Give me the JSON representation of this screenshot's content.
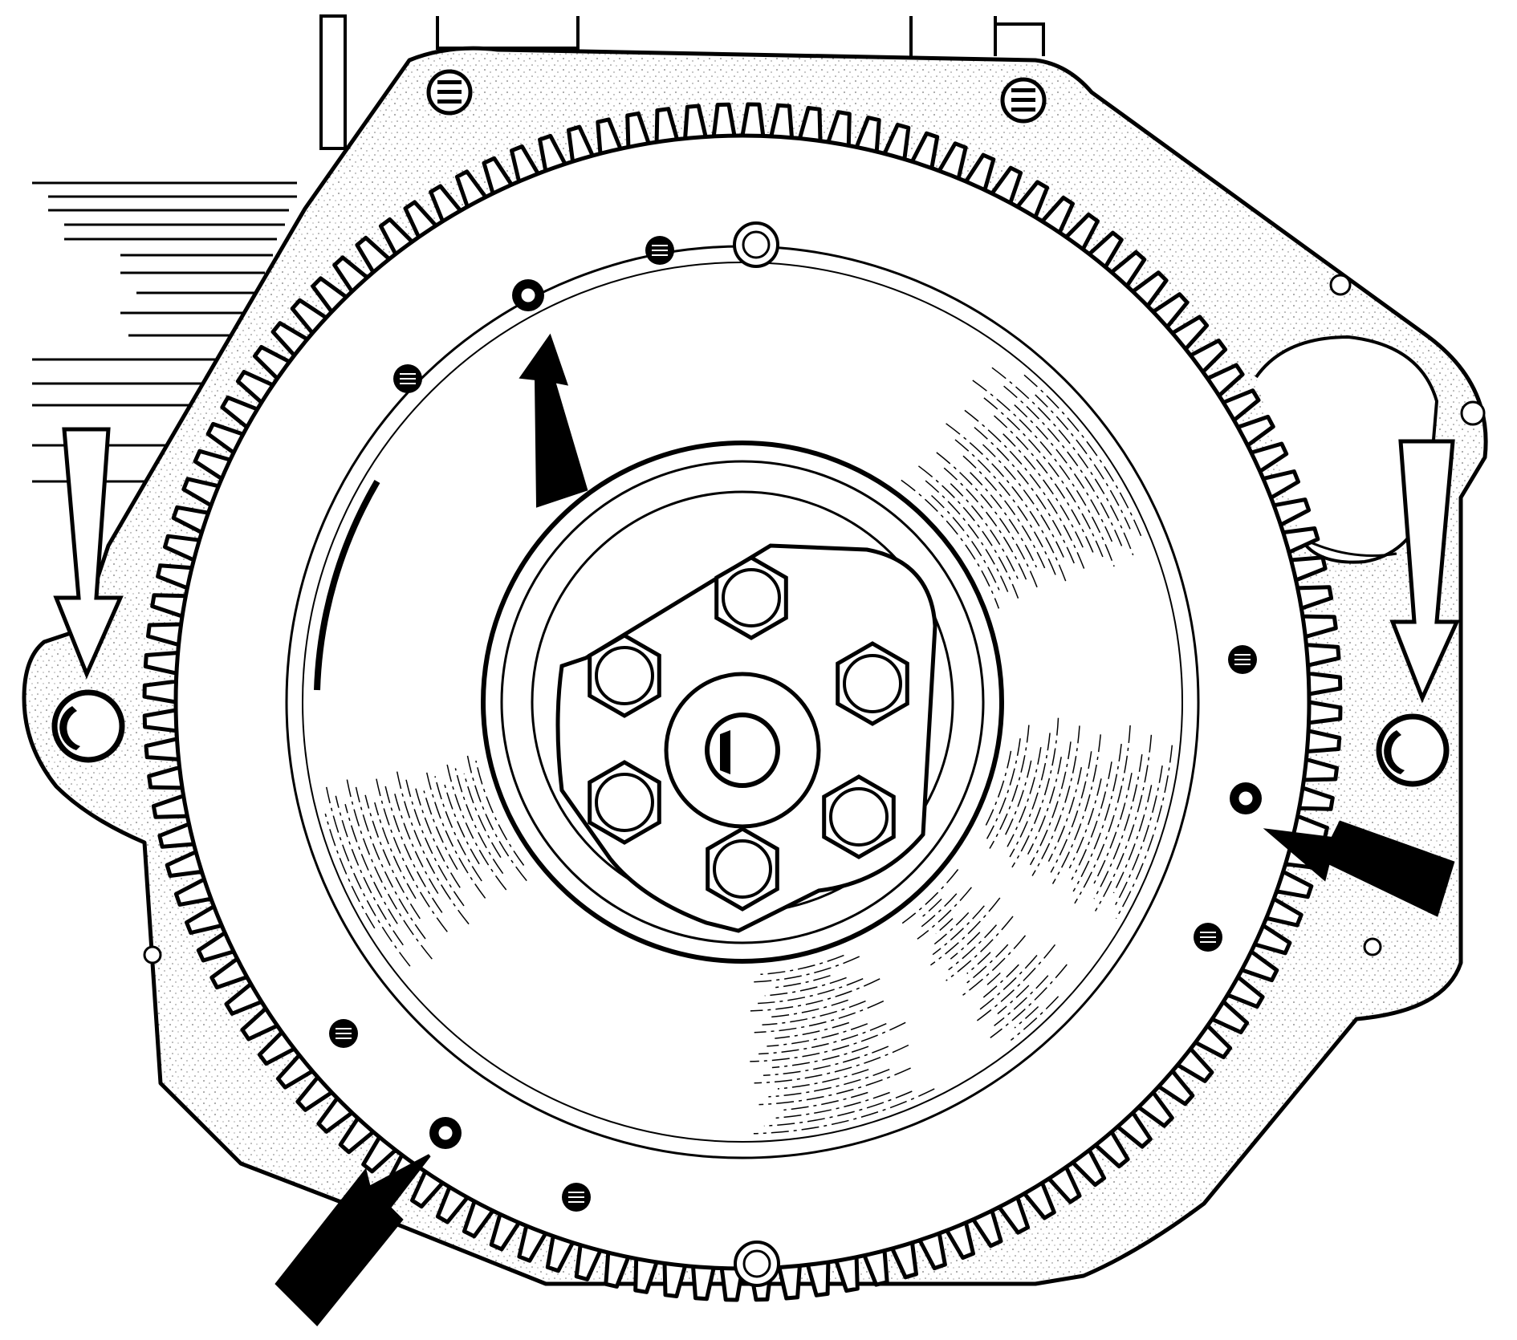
{
  "illustration": {
    "style": "black-and-white technical line drawing",
    "subject_icon": "flywheel-icon",
    "colors": {
      "ink": "#000000",
      "paper": "#ffffff"
    },
    "ring_gear_teeth": 124,
    "flywheel_bolts": 6,
    "indicator_arrows": {
      "solid": 3,
      "hollow": 2
    }
  }
}
